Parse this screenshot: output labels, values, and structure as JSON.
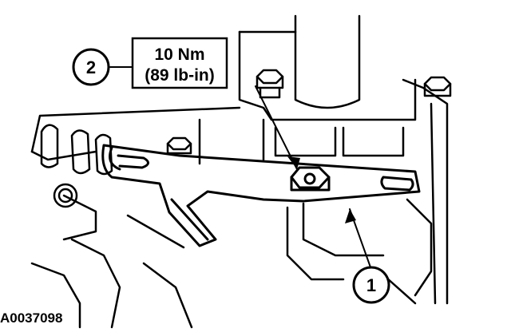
{
  "callouts": {
    "bolt": {
      "number": "2",
      "torque_metric": "10 Nm",
      "torque_imperial": "(89 lb-in)"
    },
    "lever": {
      "number": "1"
    }
  },
  "figure": {
    "code": "A0037098"
  },
  "colors": {
    "ink": "#000000",
    "paper": "#ffffff"
  }
}
